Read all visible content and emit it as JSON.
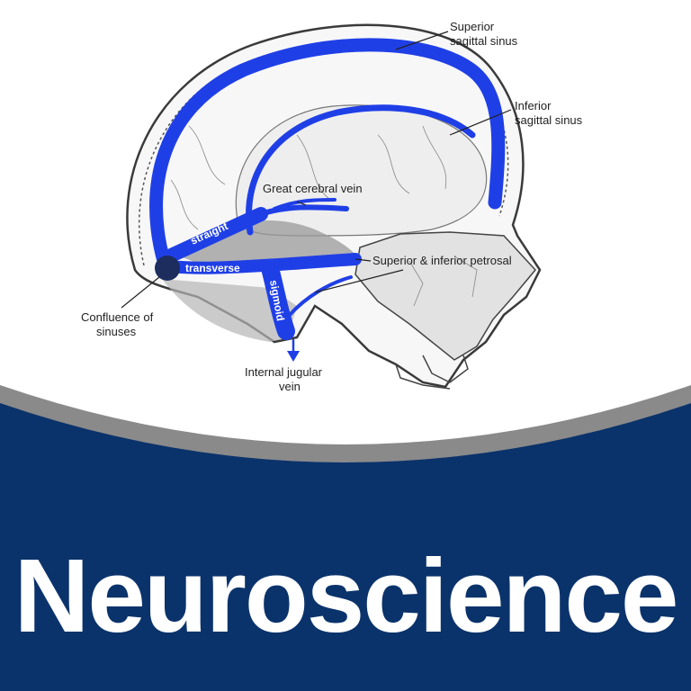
{
  "colors": {
    "sinus_blue": "#1f3fe6",
    "confluence_navy": "#1c2d5e",
    "banner_navy": "#0b336b",
    "arc_gray": "#8a8a8a",
    "text_white": "#ffffff",
    "label_text": "#222222"
  },
  "diagram": {
    "labels": {
      "superior_sagittal_l1": "Superior",
      "superior_sagittal_l2": "sagittal sinus",
      "inferior_sagittal_l1": "Inferior",
      "inferior_sagittal_l2": "sagittal sinus",
      "great_cerebral_vein": "Great cerebral vein",
      "petrosal": "Superior & inferior petrosal",
      "confluence_l1": "Confluence of",
      "confluence_l2": "sinuses",
      "jugular_l1": "Internal jugular",
      "jugular_l2": "vein"
    },
    "vein_labels": {
      "straight": "straight",
      "transverse": "transverse",
      "sigmoid": "sigmoid"
    }
  },
  "banner": {
    "title": "Neuroscience"
  }
}
